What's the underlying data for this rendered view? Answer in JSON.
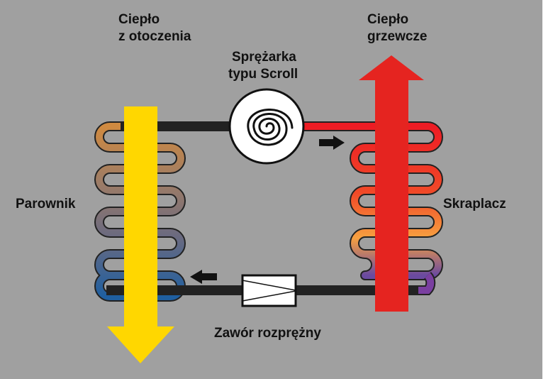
{
  "labels": {
    "heat_source_line1": "Ciepło",
    "heat_source_line2": "z otoczenia",
    "compressor_line1": "Sprężarka",
    "compressor_line2": "typu Scroll",
    "heat_output_line1": "Ciepło",
    "heat_output_line2": "grzewcze",
    "evaporator": "Parownik",
    "condenser": "Skraplacz",
    "expansion_valve": "Zawór rozprężny"
  },
  "colors": {
    "background": "#a0a0a0",
    "cold_arrow": "#ffd700",
    "hot_arrow": "#e52420",
    "flow_arrow": "#111111",
    "compressor_fill": "#ffffff",
    "valve_fill": "#ffffff"
  }
}
